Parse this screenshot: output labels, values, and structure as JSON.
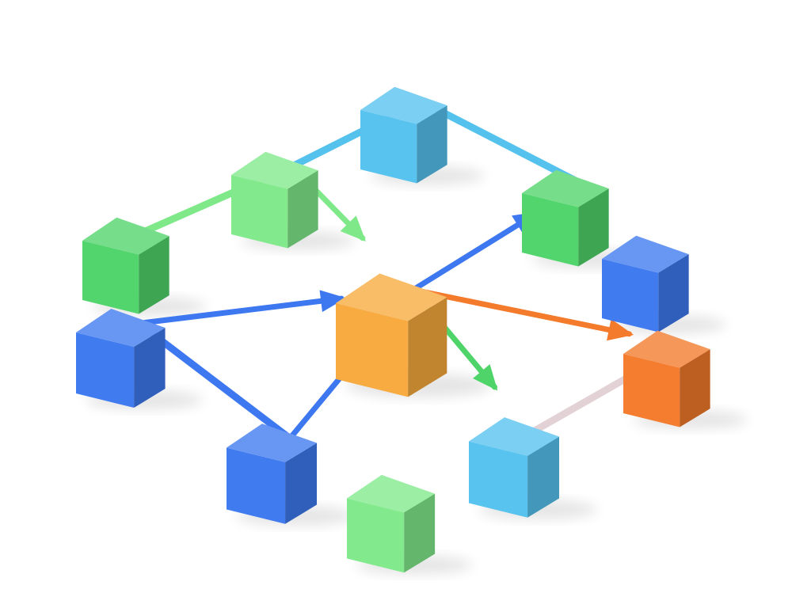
{
  "diagram": {
    "colors": {
      "background": "#ffffff",
      "green": "#4fd46a",
      "light_green": "#7fe98a",
      "blue": "#3d78f0",
      "sky_blue": "#55c2ee",
      "orange": "#f7a93c",
      "red_orange": "#f47a2c",
      "connector_gray": "#e2d2d6"
    },
    "nodes": [
      {
        "id": "cube-top-sky",
        "color": "sky_blue"
      },
      {
        "id": "cube-upper-left-green",
        "color": "light_green"
      },
      {
        "id": "cube-left-green",
        "color": "green"
      },
      {
        "id": "cube-left-blue",
        "color": "blue"
      },
      {
        "id": "cube-lower-left-blue",
        "color": "blue"
      },
      {
        "id": "cube-bottom-green",
        "color": "light_green"
      },
      {
        "id": "cube-lower-right-sky",
        "color": "sky_blue"
      },
      {
        "id": "cube-right-orange",
        "color": "red_orange"
      },
      {
        "id": "cube-right-blue",
        "color": "blue"
      },
      {
        "id": "cube-upper-right-green",
        "color": "green"
      },
      {
        "id": "cube-center-orange",
        "color": "orange"
      }
    ],
    "edges": [
      {
        "from": "cube-upper-left-green",
        "to": "cube-top-sky",
        "color": "sky_blue",
        "arrow": false
      },
      {
        "from": "cube-top-sky",
        "to": "cube-upper-right-green",
        "color": "sky_blue",
        "arrow": false
      },
      {
        "from": "cube-left-green",
        "to": "cube-upper-left-green",
        "color": "light_green",
        "arrow": false
      },
      {
        "from": "cube-left-blue",
        "to": "cube-lower-left-blue",
        "color": "blue",
        "arrow": false
      },
      {
        "from": "cube-lower-right-sky",
        "to": "cube-right-orange",
        "color": "connector_gray",
        "arrow": false
      },
      {
        "from": "cube-upper-left-green",
        "to": "cube-center-orange",
        "color": "light_green",
        "arrow": true
      },
      {
        "from": "cube-left-blue",
        "to": "cube-center-orange",
        "color": "blue",
        "arrow": true
      },
      {
        "from": "cube-lower-left-blue",
        "to": "cube-center-orange",
        "color": "blue",
        "arrow": true
      },
      {
        "from": "cube-center-orange",
        "to": "cube-upper-right-green",
        "color": "blue",
        "arrow": true
      },
      {
        "from": "cube-center-orange",
        "to": "cube-right-orange",
        "color": "red_orange",
        "arrow": true
      },
      {
        "from": "cube-center-orange",
        "to": "cube-lower-right-sky",
        "color": "green",
        "arrow": true
      }
    ]
  }
}
